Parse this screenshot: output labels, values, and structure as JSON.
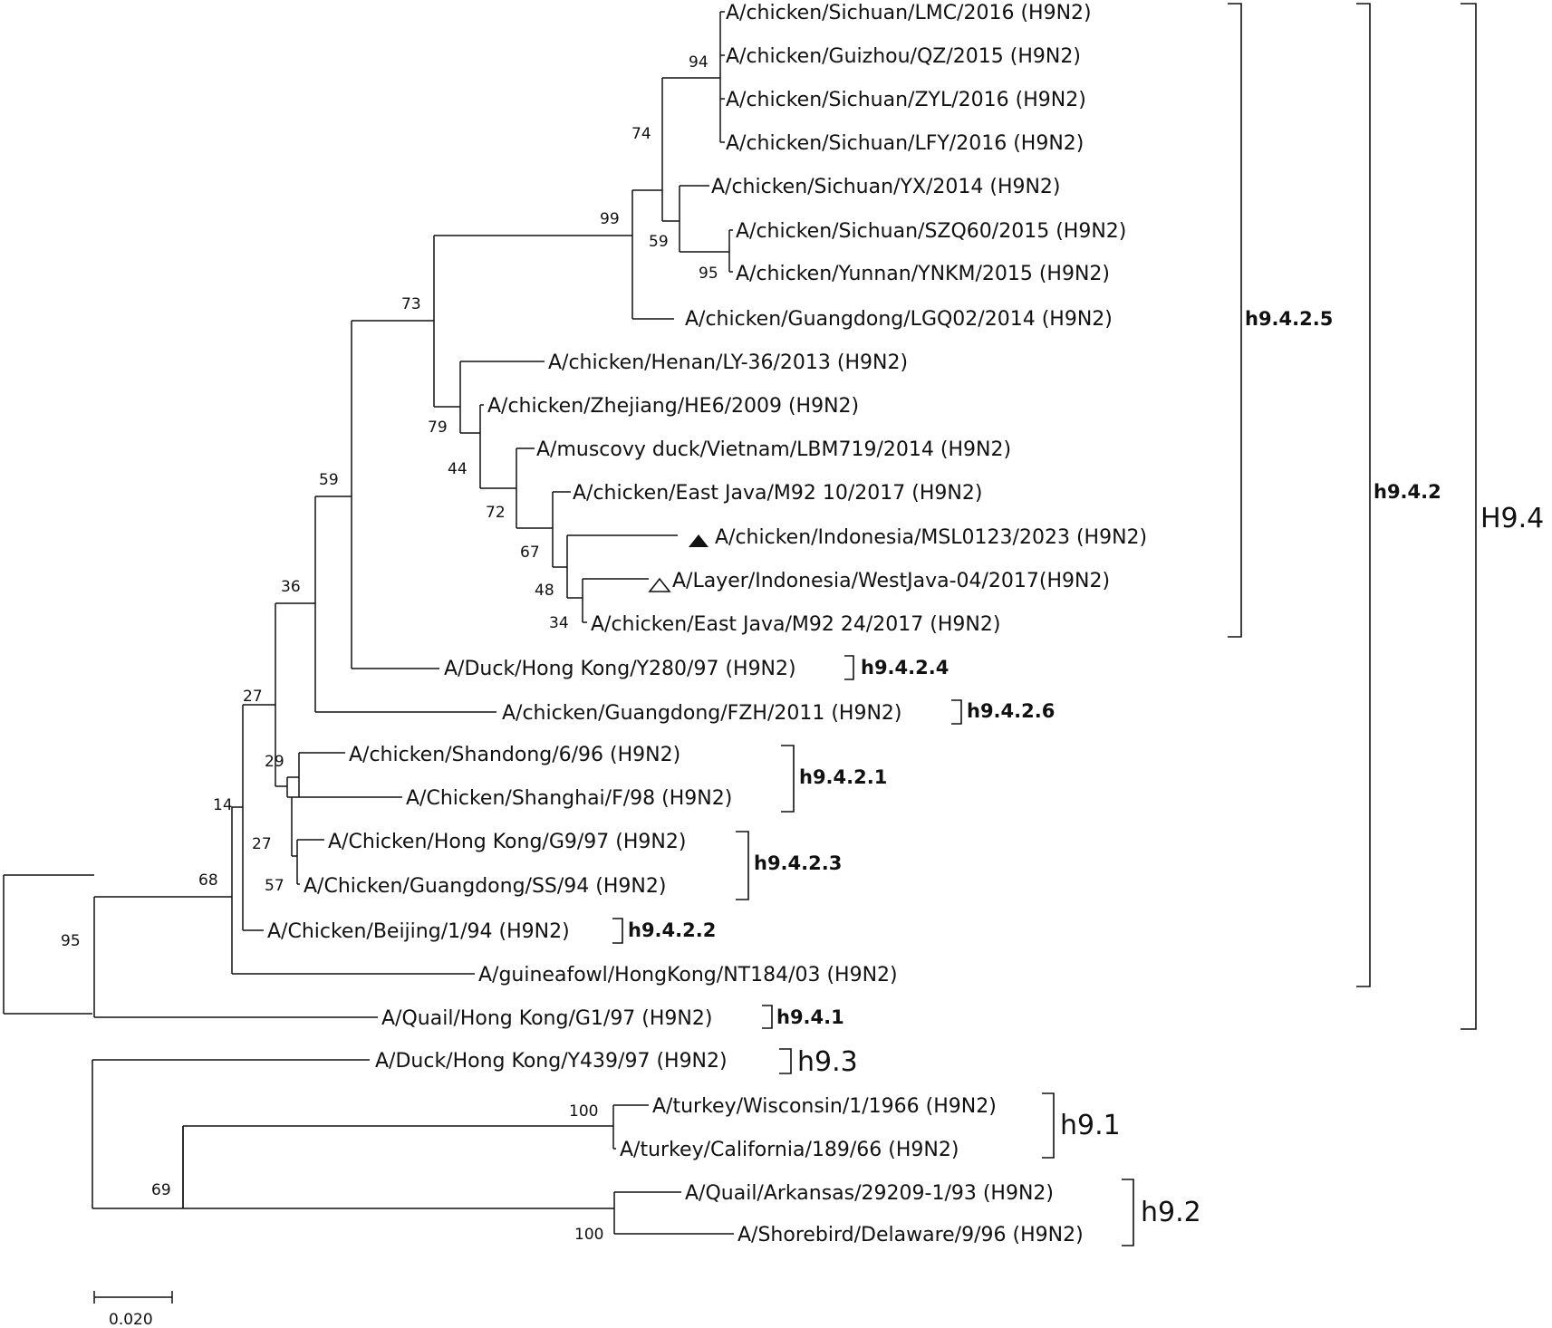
{
  "taxa": [
    "A/chicken/Sichuan/LMC/2016 (H9N2)",
    "A/chicken/Guizhou/QZ/2015 (H9N2)",
    "A/chicken/Sichuan/ZYL/2016 (H9N2)",
    "A/chicken/Sichuan/LFY/2016 (H9N2)",
    "A/chicken/Sichuan/YX/2014 (H9N2)",
    "A/chicken/Sichuan/SZQ60/2015 (H9N2)",
    "A/chicken/Yunnan/YNKM/2015 (H9N2)",
    "A/chicken/Guangdong/LGQ02/2014 (H9N2)",
    "A/chicken/Henan/LY-36/2013 (H9N2)",
    "A/chicken/Zhejiang/HE6/2009 (H9N2)",
    "A/muscovy duck/Vietnam/LBM719/2014 (H9N2)",
    "A/chicken/East Java/M92 10/2017 (H9N2)",
    "A/chicken/Indonesia/MSL0123/2023 (H9N2)",
    "A/Layer/Indonesia/WestJava-04/2017(H9N2)",
    "A/chicken/East Java/M92 24/2017 (H9N2)",
    "A/Duck/Hong Kong/Y280/97 (H9N2)",
    "A/chicken/Guangdong/FZH/2011 (H9N2)",
    "A/chicken/Shandong/6/96 (H9N2)",
    "A/Chicken/Shanghai/F/98 (H9N2)",
    "A/Chicken/Hong Kong/G9/97 (H9N2)",
    "A/Chicken/Guangdong/SS/94 (H9N2)",
    "A/Chicken/Beijing/1/94 (H9N2)",
    "A/guineafowl/HongKong/NT184/03 (H9N2)",
    "A/Quail/Hong Kong/G1/97 (H9N2)",
    "A/Duck/Hong Kong/Y439/97 (H9N2)",
    "A/turkey/Wisconsin/1/1966 (H9N2)",
    "A/turkey/California/189/66 (H9N2)",
    "A/Quail/Arkansas/29209-1/93 (H9N2)",
    "A/Shorebird/Delaware/9/96 (H9N2)"
  ],
  "bootstrap": {
    "n95root": "95",
    "n68": "68",
    "n14": "14",
    "n27a": "27",
    "n36": "36",
    "n59a": "59",
    "n73": "73",
    "n99": "99",
    "n74": "74",
    "n94": "94",
    "n59b": "59",
    "n95b": "95",
    "n79": "79",
    "n44": "44",
    "n72": "72",
    "n67": "67",
    "n48": "48",
    "n34": "34",
    "n29": "29",
    "n27b": "27",
    "n57": "57",
    "n69": "69",
    "n100a": "100",
    "n100b": "100"
  },
  "clades": {
    "h9_4_2_5": "h9.4.2.5",
    "h9_4_2_4": "h9.4.2.4",
    "h9_4_2_6": "h9.4.2.6",
    "h9_4_2_1": "h9.4.2.1",
    "h9_4_2_3": "h9.4.2.3",
    "h9_4_2_2": "h9.4.2.2",
    "h9_4_2": "h9.4.2",
    "h9_4_1": "h9.4.1",
    "H9_4": "H9.4",
    "h9_3": "h9.3",
    "h9_1": "h9.1",
    "h9_2": "h9.2"
  },
  "scale_bar": {
    "label": "0.020"
  },
  "markers": {
    "filled": "filled-triangle-icon",
    "open": "open-triangle-icon"
  }
}
